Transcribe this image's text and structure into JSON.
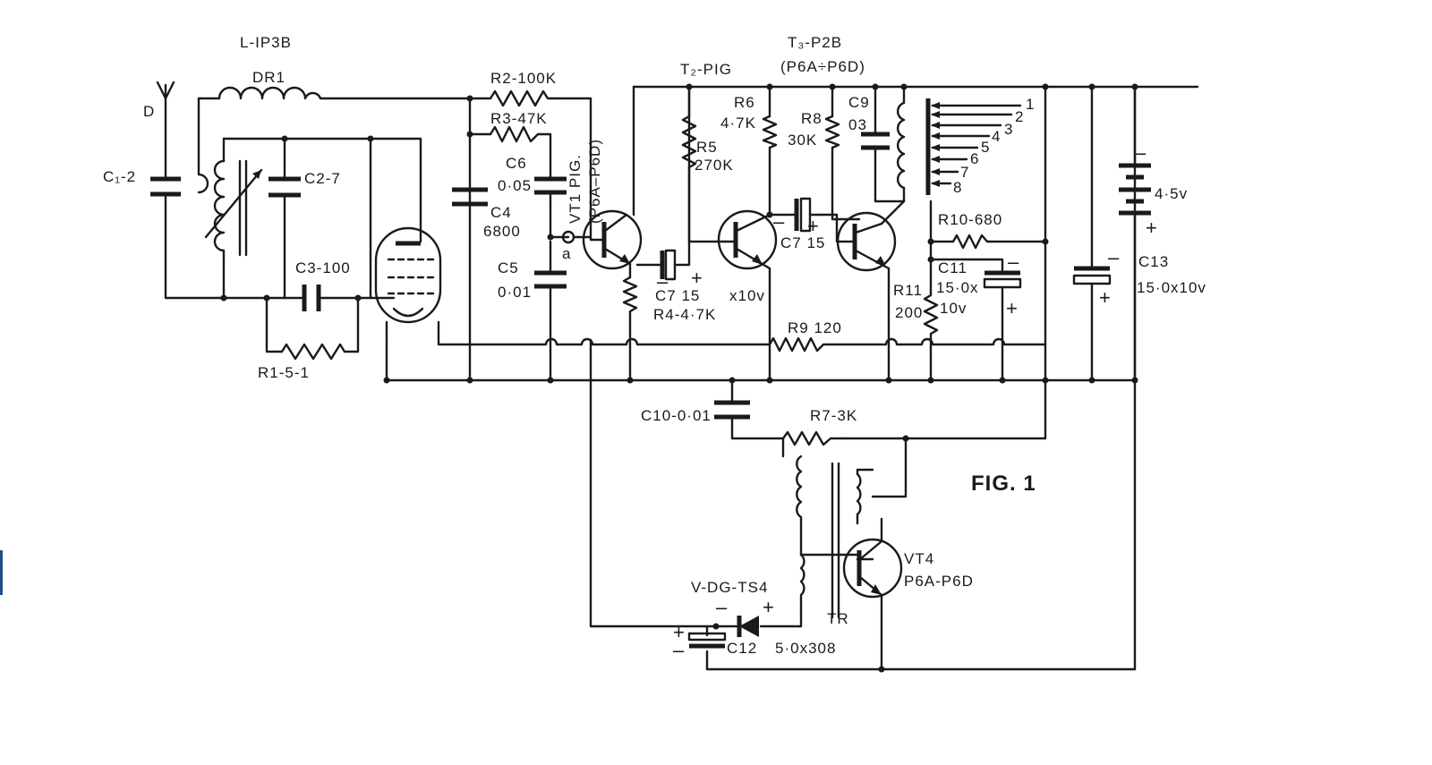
{
  "figure_title": "FIG. 1",
  "labels": {
    "l_ip3b": "L-IP3B",
    "dr1": "DR1",
    "d": "D",
    "c1": "C₁-2",
    "c2": "C2-7",
    "c3": "C3-100",
    "r1": "R1-5-1",
    "r2": "R2-100K",
    "r3": "R3-47K",
    "c6_name": "C6",
    "c6_val": "0·05",
    "c4_name": "C4",
    "c4_val": "6800",
    "c5_name": "C5",
    "c5_val": "0·01",
    "tap_a": "a",
    "vt1_a": "VT1 PIG.",
    "vt1_b": "(P6A–P6D)",
    "t2": "T₂-PIG",
    "t3": "T₃-P2B",
    "t3_sub": "(P6A÷P6D)",
    "r5_name": "R5",
    "r5_val": "270K",
    "r6_name": "R6",
    "r6_val": "4·7K",
    "r8_name": "R8",
    "r8_val": "30K",
    "c9_name": "C9",
    "c9_val": "03",
    "c7_mid": "C7 15",
    "c7_low": "C7  15",
    "x10v": "x10v",
    "r4": "R4-4·7K",
    "r9": "R9 120",
    "r10": "R10-680",
    "r11_name": "R11",
    "r11_val": "200",
    "c11_a": "C11",
    "c11_b": "15·0x",
    "c11_c": "10v",
    "c13_a": "C13",
    "c13_b": "15·0x10v",
    "battery": "4·5v",
    "c10": "C10-0·01",
    "r7": "R7-3K",
    "vt4_a": "VT4",
    "vt4_b": "P6A-P6D",
    "vdg": "V-DG-TS4",
    "tr": "TR",
    "c12": "C12",
    "c12_val": "5·0x308",
    "taps": [
      "1",
      "2",
      "3",
      "4",
      "5",
      "6",
      "7",
      "8"
    ],
    "plus": "+",
    "minus": "–"
  }
}
